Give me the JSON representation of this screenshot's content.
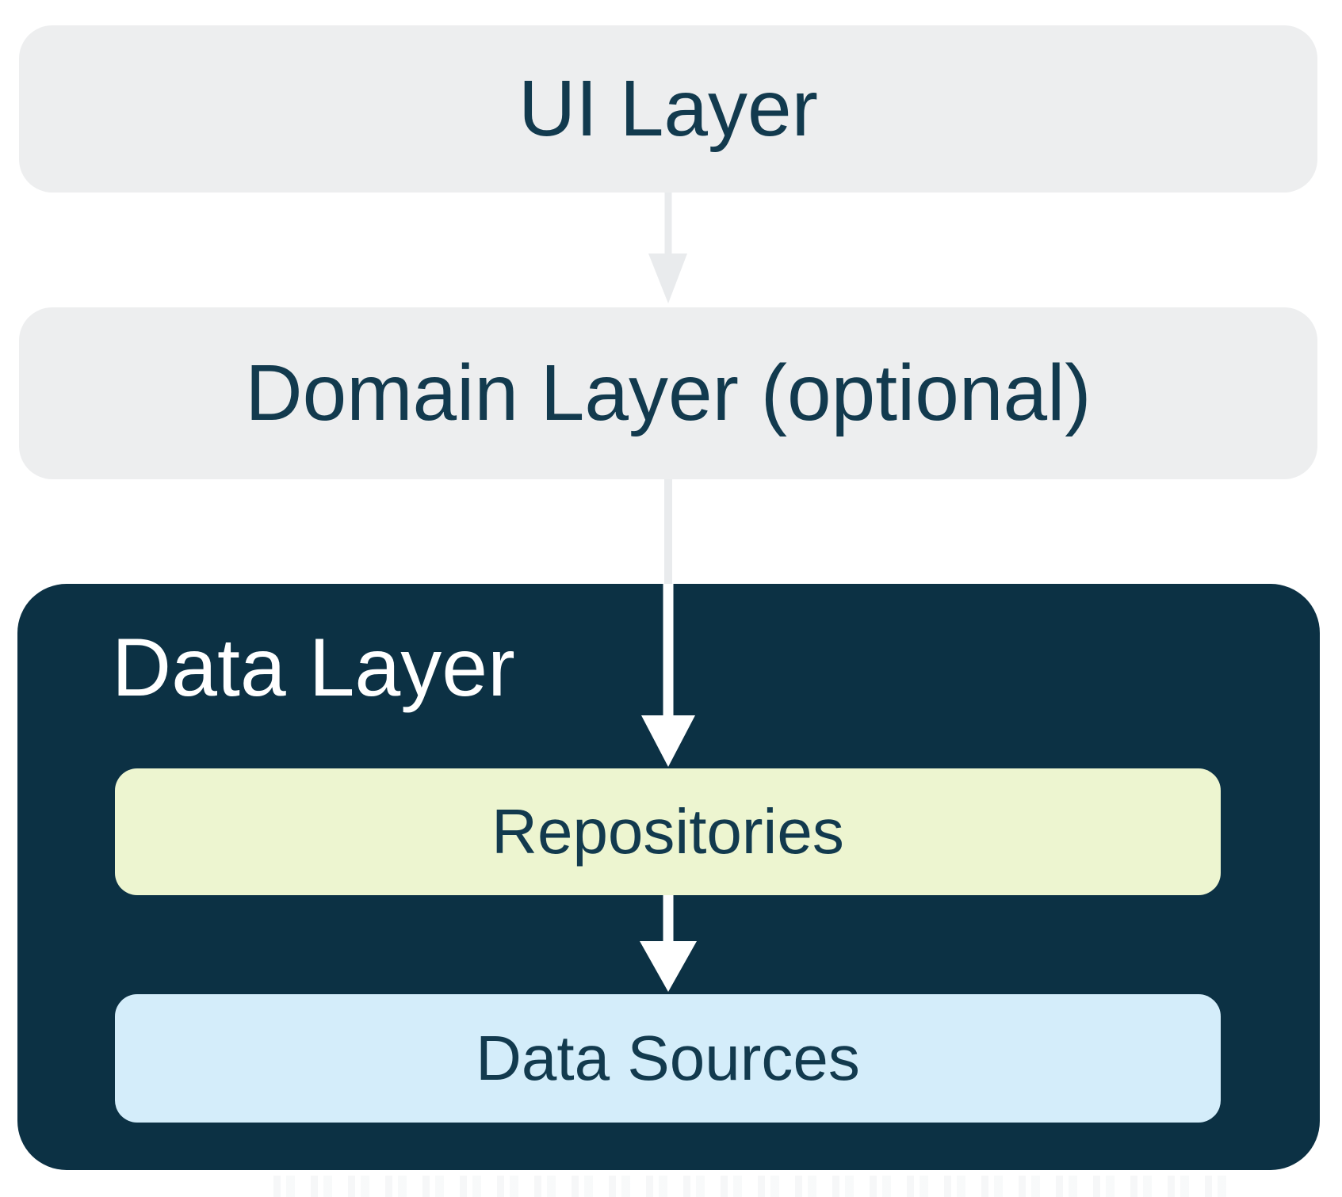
{
  "layers": {
    "ui": {
      "label": "UI Layer"
    },
    "domain": {
      "label": "Domain Layer (optional)"
    },
    "data": {
      "label": "Data Layer",
      "children": [
        {
          "label": "Repositories"
        },
        {
          "label": "Data Sources"
        }
      ]
    }
  },
  "icons": {
    "arrow_ui_to_domain": "arrow-down",
    "arrow_domain_to_repositories": "arrow-down",
    "arrow_repositories_to_data_sources": "arrow-down"
  },
  "colors": {
    "background": "#ffffff",
    "light_box": "#edeeef",
    "dark_box": "#0c3144",
    "dark_text": "#123a4e",
    "light_text": "#ffffff",
    "repositories_fill": "#edf5d0",
    "data_sources_fill": "#d4edfa",
    "gray_arrow": "#e9ebed",
    "white_arrow": "#ffffff"
  }
}
